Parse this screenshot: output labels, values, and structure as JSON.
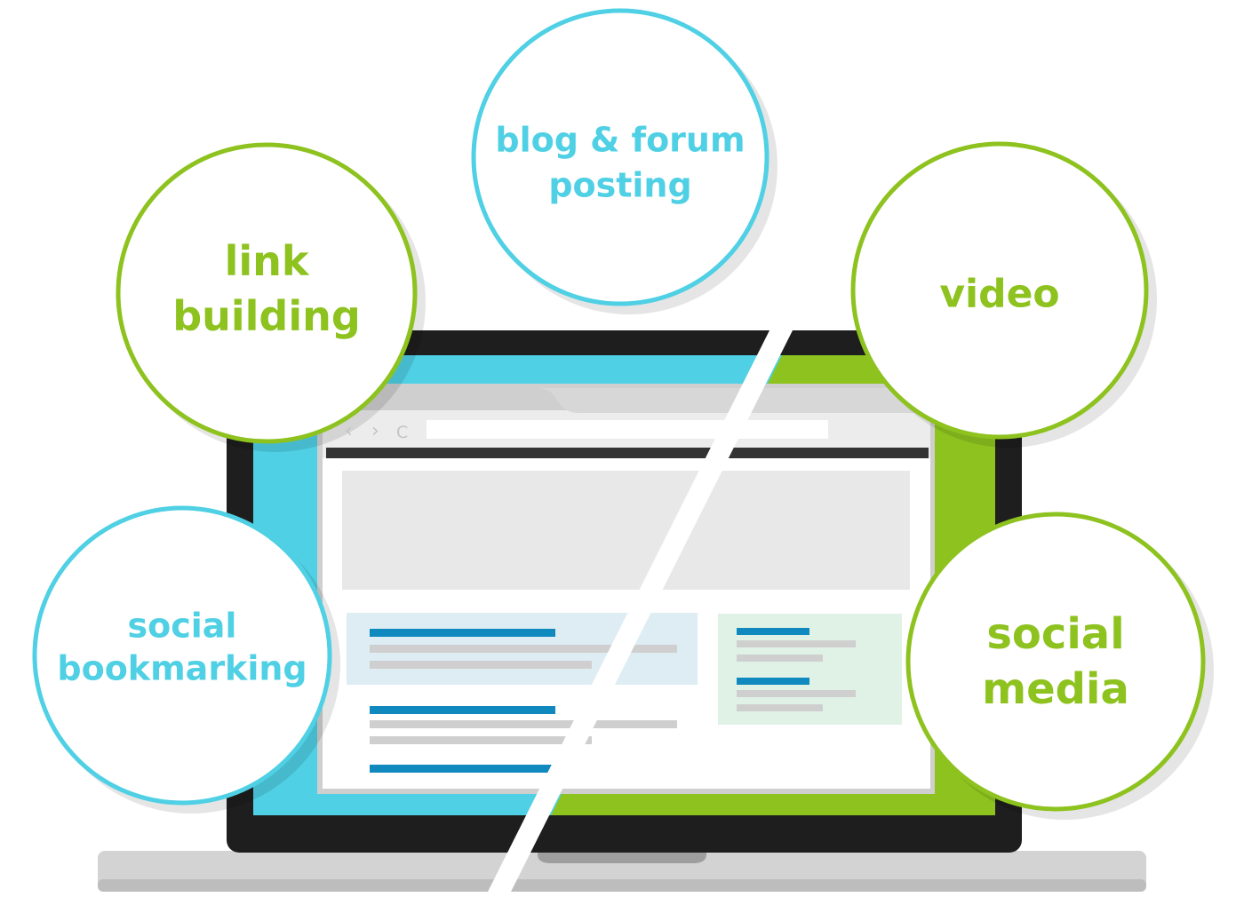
{
  "colors": {
    "blue": "#4fd0e4",
    "green": "#8dc21f",
    "frame": "#1e1e1e",
    "link_blue": "#1089bf"
  },
  "circles": [
    {
      "id": "blog",
      "lines": [
        "blog & forum",
        "posting"
      ],
      "color": "#4fd0e4"
    },
    {
      "id": "link",
      "lines": [
        "link",
        "building"
      ],
      "color": "#8dc21f"
    },
    {
      "id": "video",
      "lines": [
        "video"
      ],
      "color": "#8dc21f"
    },
    {
      "id": "bookmarking",
      "lines": [
        "social",
        "bookmarking"
      ],
      "color": "#4fd0e4"
    },
    {
      "id": "media",
      "lines": [
        "social",
        "media"
      ],
      "color": "#8dc21f"
    }
  ],
  "browser": {
    "nav_icons": [
      "back-icon",
      "forward-icon",
      "reload-icon"
    ]
  }
}
